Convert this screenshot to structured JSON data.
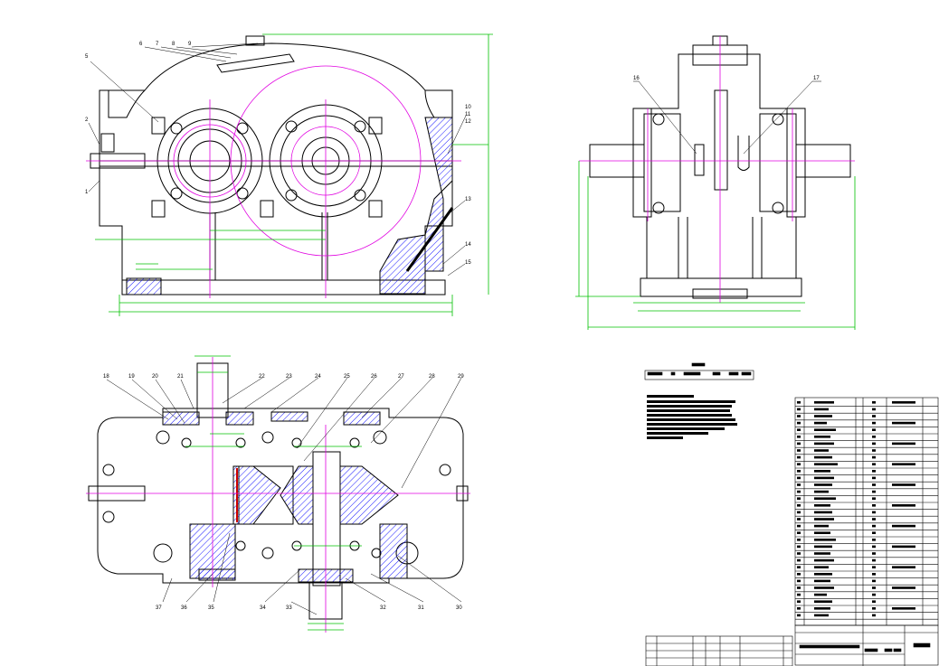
{
  "drawing": {
    "views": [
      "front-view",
      "side-view",
      "plan-section-view"
    ],
    "colors": {
      "outline": "#000000",
      "centerline": "#e000e0",
      "dimension": "#00c000",
      "hatch": "#1a1aff",
      "accent": "#cc0000"
    },
    "front_callouts": [
      "6",
      "7",
      "8",
      "9",
      "5",
      "2",
      "1",
      "10",
      "11",
      "12",
      "13",
      "14",
      "15"
    ],
    "side_callouts": [
      "16",
      "17"
    ],
    "plan_callouts_top": [
      "18",
      "19",
      "20",
      "21",
      "22",
      "23",
      "24",
      "25",
      "26",
      "27",
      "28",
      "29"
    ],
    "plan_callouts_bottom": [
      "37",
      "36",
      "35",
      "34",
      "33",
      "32",
      "31",
      "30"
    ]
  }
}
